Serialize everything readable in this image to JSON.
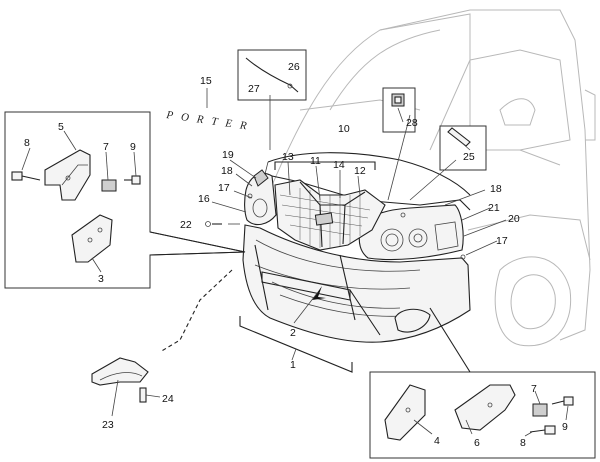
{
  "diagram": {
    "brand_lettering": "PORTER",
    "callouts": [
      "1",
      "2",
      "3",
      "4",
      "5",
      "6",
      "7",
      "8",
      "9",
      "10",
      "11",
      "12",
      "13",
      "14",
      "15",
      "16",
      "17",
      "18",
      "19",
      "20",
      "21",
      "22",
      "23",
      "24",
      "25",
      "26",
      "27",
      "28"
    ]
  }
}
